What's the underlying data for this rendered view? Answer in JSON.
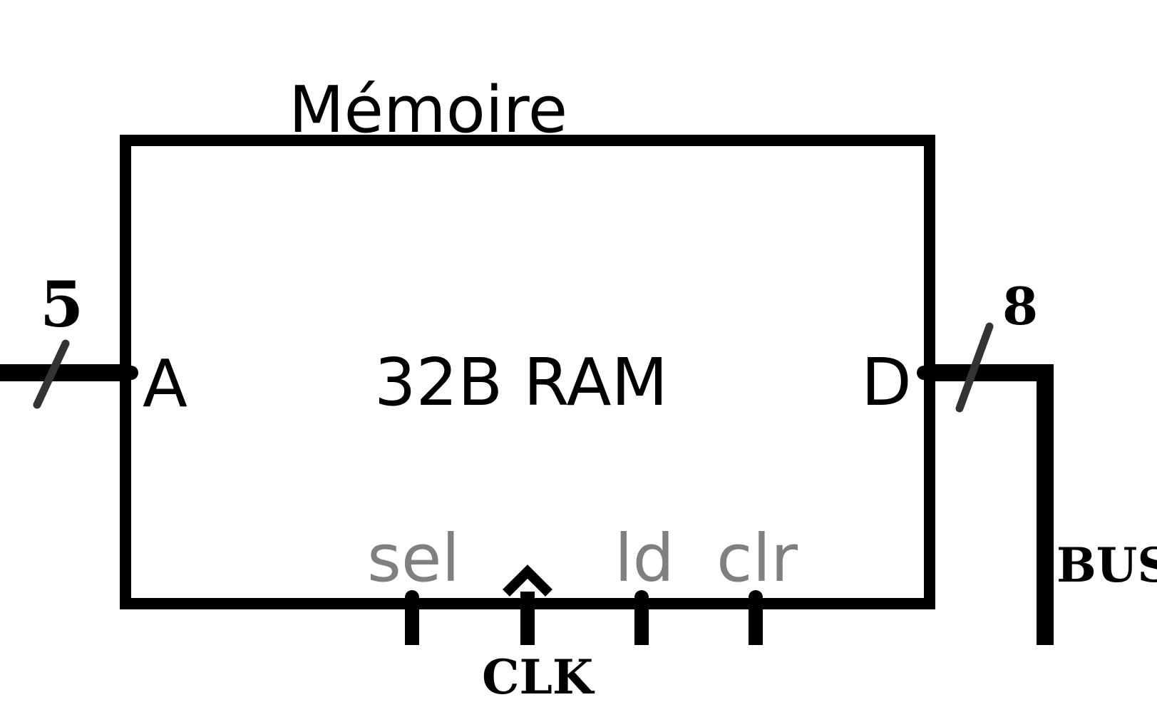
{
  "diagram": {
    "block_title": "Mémoire",
    "block_label": "32B RAM",
    "address_port": {
      "label": "A",
      "bus_width": "5"
    },
    "data_port": {
      "label": "D",
      "bus_width": "8"
    },
    "control_inputs": [
      {
        "label": "sel"
      },
      {
        "label": "ld"
      },
      {
        "label": "clr"
      }
    ],
    "clock_label": "CLK",
    "bus_label": "BUS",
    "colors": {
      "line": "#000000",
      "slash": "#333333",
      "control_label": "#808080"
    }
  }
}
